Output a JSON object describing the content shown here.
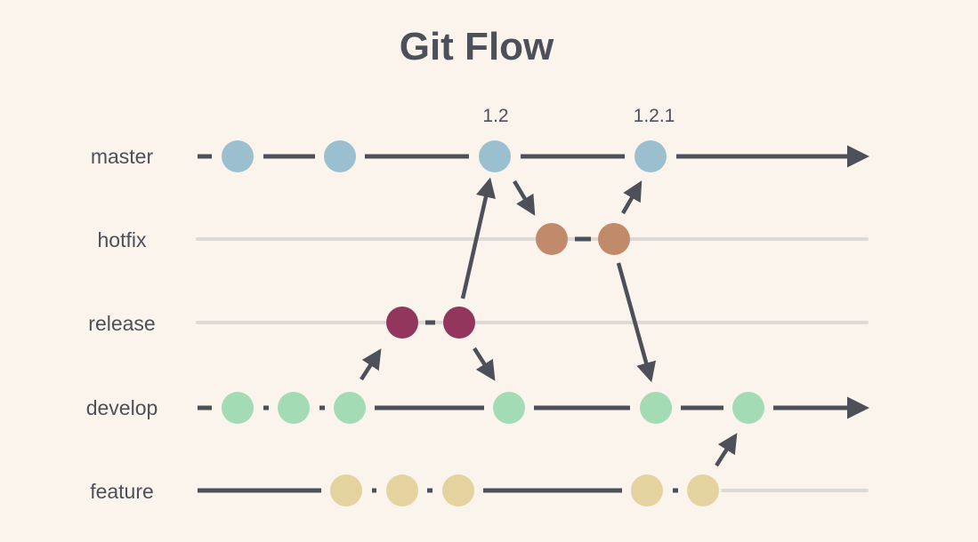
{
  "title": "Git Flow",
  "lanes": [
    {
      "id": "master",
      "label": "master"
    },
    {
      "id": "hotfix",
      "label": "hotfix"
    },
    {
      "id": "release",
      "label": "release"
    },
    {
      "id": "develop",
      "label": "develop"
    },
    {
      "id": "feature",
      "label": "feature"
    }
  ],
  "tags": [
    {
      "id": "tag-1-2",
      "label": "1.2"
    },
    {
      "id": "tag-1-2-1",
      "label": "1.2.1"
    }
  ],
  "colors": {
    "background": "#faf4ed",
    "text": "#4d5059",
    "line": "#4d5059",
    "inactive_line": "#dddad5",
    "master": "#9ac0cf",
    "hotfix": "#c18a6a",
    "release": "#93365d",
    "develop": "#a3dbb5",
    "feature": "#e5d39f"
  }
}
